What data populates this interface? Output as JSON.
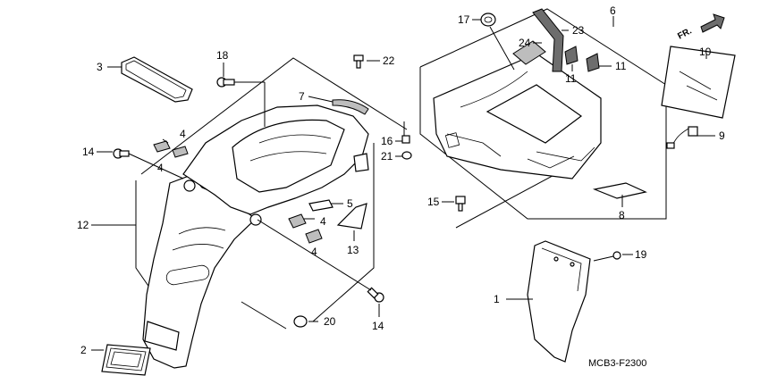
{
  "diagram": {
    "code": "MCB3-F2300",
    "direction_label": "FR."
  },
  "callouts": [
    {
      "id": "c1",
      "text": "1"
    },
    {
      "id": "c2",
      "text": "2"
    },
    {
      "id": "c3",
      "text": "3"
    },
    {
      "id": "c4a",
      "text": "4"
    },
    {
      "id": "c4b",
      "text": "4"
    },
    {
      "id": "c4c",
      "text": "4"
    },
    {
      "id": "c4d",
      "text": "4"
    },
    {
      "id": "c5",
      "text": "5"
    },
    {
      "id": "c6",
      "text": "6"
    },
    {
      "id": "c7",
      "text": "7"
    },
    {
      "id": "c8",
      "text": "8"
    },
    {
      "id": "c9",
      "text": "9"
    },
    {
      "id": "c10",
      "text": "10"
    },
    {
      "id": "c11a",
      "text": "11"
    },
    {
      "id": "c11b",
      "text": "11"
    },
    {
      "id": "c12",
      "text": "12"
    },
    {
      "id": "c13",
      "text": "13"
    },
    {
      "id": "c14a",
      "text": "14"
    },
    {
      "id": "c14b",
      "text": "14"
    },
    {
      "id": "c15",
      "text": "15"
    },
    {
      "id": "c16",
      "text": "16"
    },
    {
      "id": "c17",
      "text": "17"
    },
    {
      "id": "c18",
      "text": "18"
    },
    {
      "id": "c19",
      "text": "19"
    },
    {
      "id": "c20",
      "text": "20"
    },
    {
      "id": "c21",
      "text": "21"
    },
    {
      "id": "c22",
      "text": "22"
    },
    {
      "id": "c23",
      "text": "23"
    },
    {
      "id": "c24",
      "text": "24"
    }
  ]
}
